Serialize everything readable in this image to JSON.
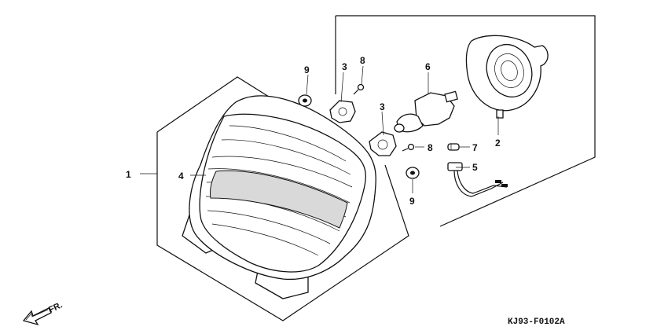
{
  "diagram": {
    "callouts": {
      "c1": "1",
      "c2": "2",
      "c3a": "3",
      "c3b": "3",
      "c4": "4",
      "c5": "5",
      "c6": "6",
      "c7": "7",
      "c8a": "8",
      "c8b": "8",
      "c9a": "9",
      "c9b": "9"
    },
    "direction_label": "FR.",
    "diagram_code": "KJ93-F0102A"
  }
}
